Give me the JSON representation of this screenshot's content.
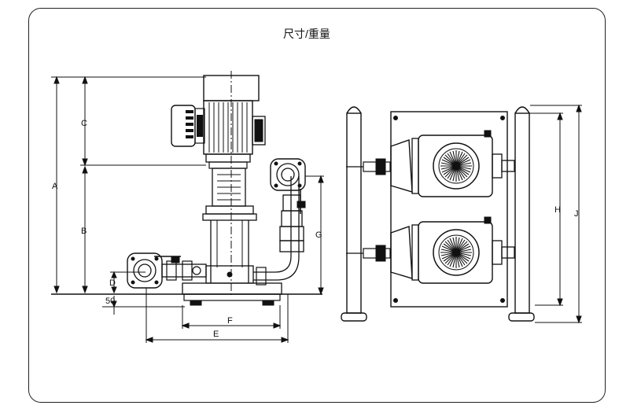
{
  "title": "尺寸/重量",
  "dimension_labels": {
    "A": "A",
    "B": "B",
    "C": "C",
    "D": "D",
    "E": "E",
    "F": "F",
    "G": "G",
    "H": "H",
    "J": "J",
    "offset_50": "50"
  }
}
